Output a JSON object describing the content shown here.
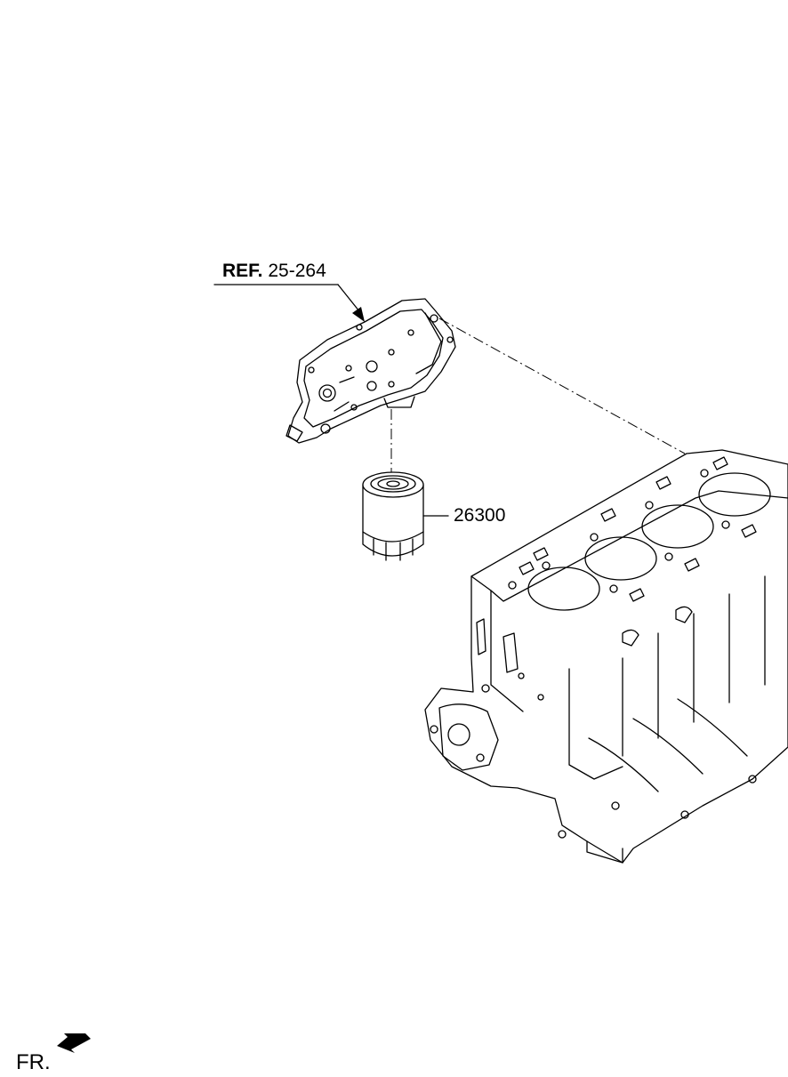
{
  "labels": {
    "ref_prefix": "REF.",
    "ref_number": "25-264",
    "part_number": "26300",
    "front_indicator": "FR."
  },
  "icons": {
    "front_arrow": "arrow-down-left-icon"
  },
  "parts": [
    {
      "name": "oil-filter-housing",
      "ref": "REF. 25-264"
    },
    {
      "name": "oil-filter",
      "number": "26300"
    },
    {
      "name": "cylinder-block"
    }
  ]
}
